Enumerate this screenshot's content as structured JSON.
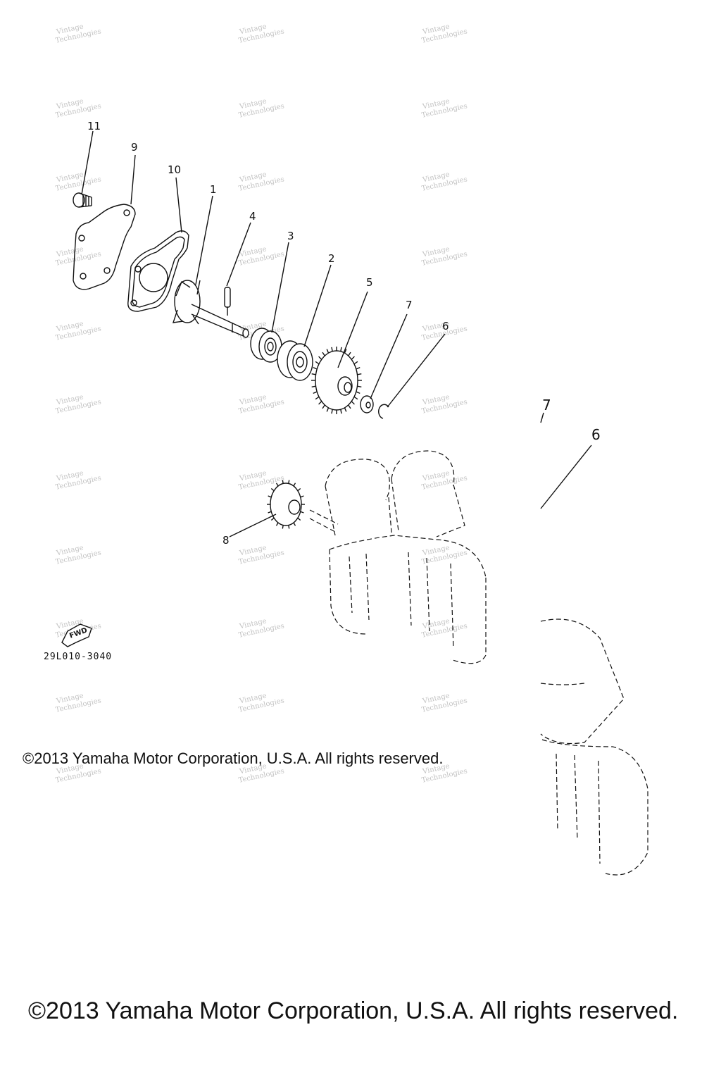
{
  "parts": [
    {
      "number": "1",
      "name": "impeller-shaft"
    },
    {
      "number": "2",
      "name": "bearing"
    },
    {
      "number": "3",
      "name": "bearing"
    },
    {
      "number": "4",
      "name": "pin"
    },
    {
      "number": "5",
      "name": "driven-gear"
    },
    {
      "number": "6",
      "name": "circlip"
    },
    {
      "number": "7",
      "name": "washer"
    },
    {
      "number": "8",
      "name": "drive-gear"
    },
    {
      "number": "9",
      "name": "cover"
    },
    {
      "number": "10",
      "name": "gasket"
    },
    {
      "number": "11",
      "name": "bolt"
    }
  ],
  "callouts_detail": {
    "washer": "7",
    "circlip": "6"
  },
  "diagram_code": "29L010-3040",
  "fwd_label": "FWD",
  "watermark_text": [
    "Vintage",
    "Technologies"
  ],
  "copyright_small": "©2013 Yamaha Motor Corporation, U.S.A. All rights reserved.",
  "copyright_large": "©2013 Yamaha Motor Corporation, U.S.A. All rights reserved."
}
